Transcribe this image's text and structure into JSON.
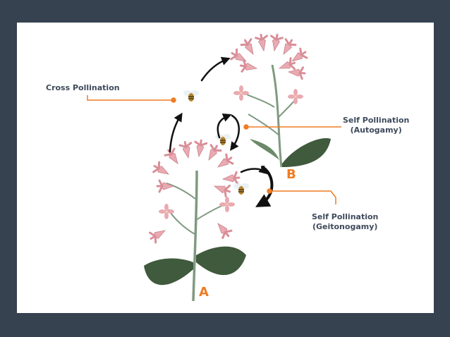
{
  "labels": {
    "cross_pollination": "Cross Pollination",
    "self_autogamy_line1": "Self Pollination",
    "self_autogamy_line2": "(Autogamy)",
    "self_geitonogamy_line1": "Self Pollination",
    "self_geitonogamy_line2": "(Geitonogamy)"
  },
  "plants": {
    "a": "A",
    "b": "B"
  },
  "colors": {
    "background": "#36424f",
    "panel": "#ffffff",
    "leader_line": "#f07c24",
    "label_text": "#3e4a5b",
    "arrow": "#111111",
    "petal": "#e9aab1",
    "stem": "#7f9a80",
    "leaf": "#3f5a3c"
  }
}
